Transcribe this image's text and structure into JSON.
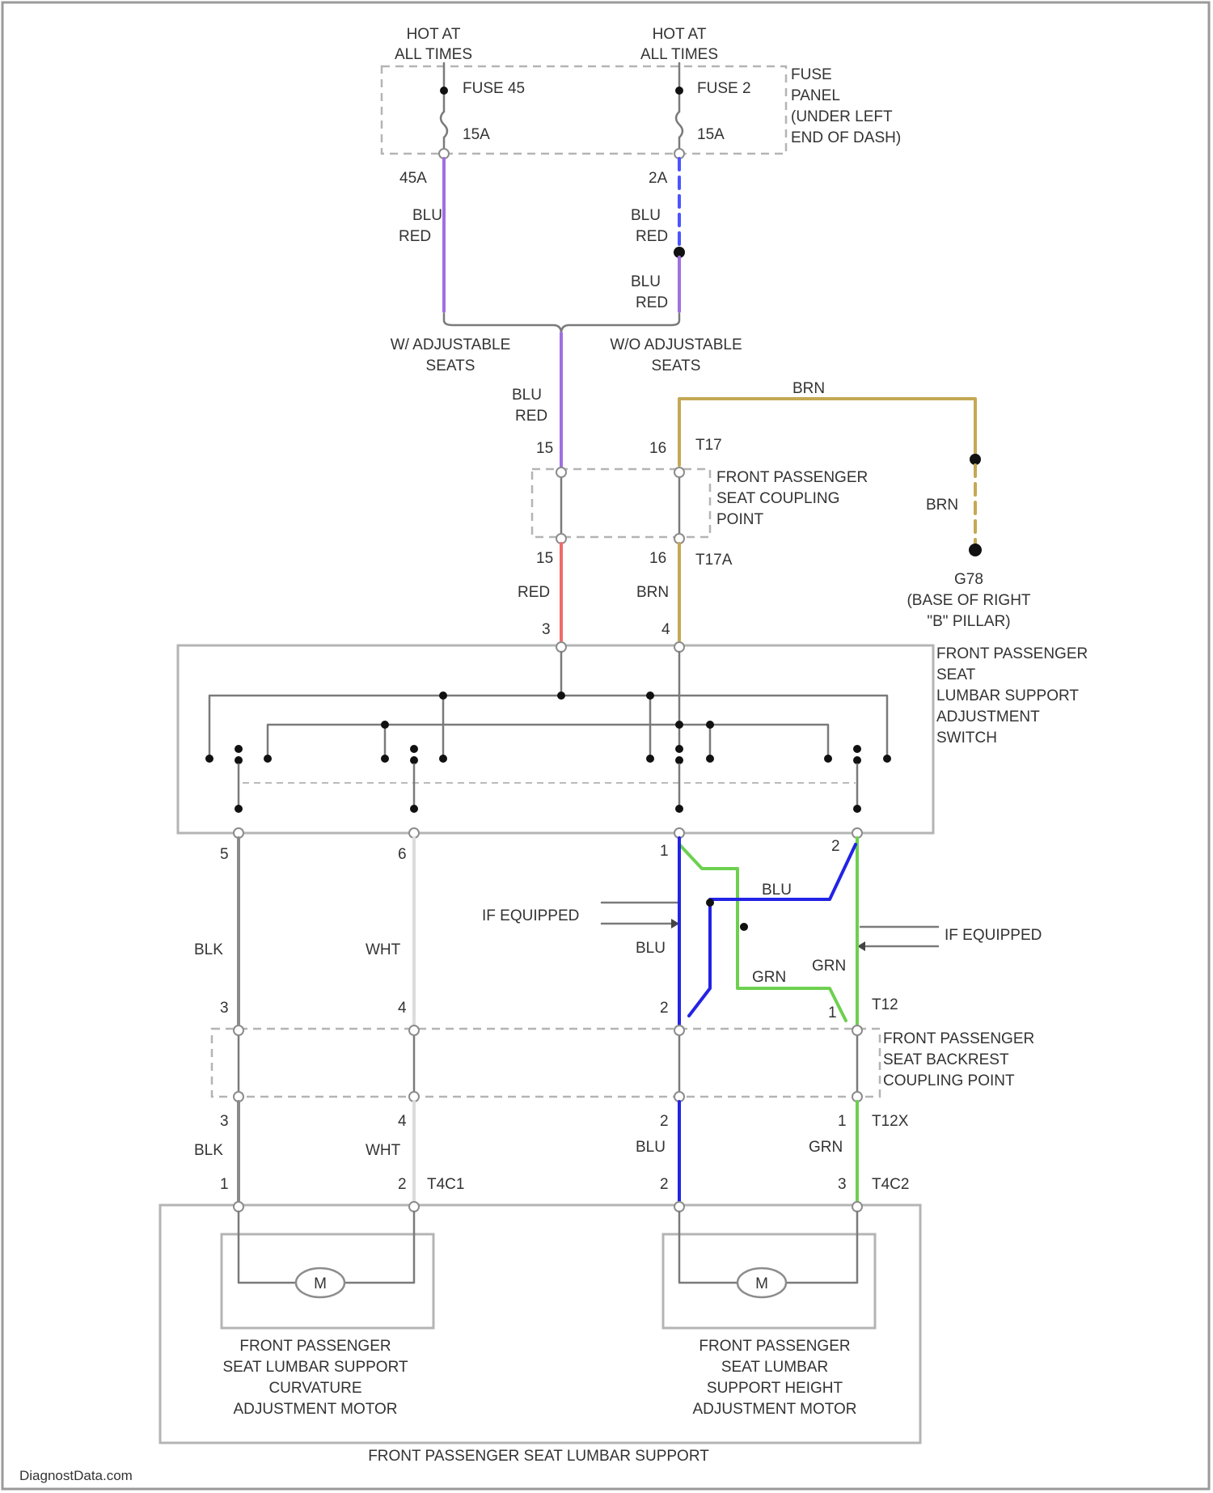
{
  "colors": {
    "blu_red": "#a070e0",
    "blu_red_dashed": "#4a54ff",
    "red": "#f06a6a",
    "brn": "#c4a855",
    "blu": "#2323e6",
    "grn": "#6dd050",
    "blk": "#8a8a8a",
    "wht": "#dcdcdc",
    "box": "#b4b4b4"
  },
  "power": {
    "hot_left": [
      "HOT AT",
      "ALL TIMES"
    ],
    "hot_right": [
      "HOT AT",
      "ALL TIMES"
    ],
    "fuse45": "FUSE 45",
    "fuse45_rating": "15A",
    "fuse2": "FUSE 2",
    "fuse2_rating": "15A",
    "fuse_panel": [
      "FUSE",
      "PANEL",
      "(UNDER LEFT",
      "END OF DASH)"
    ],
    "pin45a": "45A",
    "pin2a": "2A"
  },
  "labels": {
    "blu": "BLU",
    "red": "RED",
    "brn": "BRN",
    "blk": "BLK",
    "wht": "WHT",
    "grn": "GRN",
    "with_seats": [
      "W/ ADJUSTABLE",
      "SEATS"
    ],
    "without_seats": [
      "W/O ADJUSTABLE",
      "SEATS"
    ],
    "if_equipped": "IF EQUIPPED"
  },
  "coupling": {
    "top_connector": "T17",
    "bottom_connector": "T17A",
    "name": [
      "FRONT PASSENGER",
      "SEAT COUPLING",
      "POINT"
    ],
    "pin15": "15",
    "pin16": "16"
  },
  "ground": {
    "name": "G78",
    "location": [
      "(BASE OF RIGHT",
      "\"B\" PILLAR)"
    ]
  },
  "switch": {
    "name": [
      "FRONT PASSENGER",
      "SEAT",
      "LUMBAR SUPPORT",
      "ADJUSTMENT",
      "SWITCH"
    ],
    "pin3": "3",
    "pin4": "4",
    "pin5": "5",
    "pin6": "6",
    "pin1": "1",
    "pin2": "2"
  },
  "backrest": {
    "top_connector": "T12",
    "bottom_connector": "T12X",
    "name": [
      "FRONT PASSENGER",
      "SEAT BACKREST",
      "COUPLING POINT"
    ],
    "pin3": "3",
    "pin4": "4",
    "pin2": "2",
    "pin1": "1"
  },
  "motors": {
    "m_symbol": "M",
    "left_connector": "T4C1",
    "right_connector": "T4C2",
    "pin1": "1",
    "pin2": "2",
    "pin3": "3",
    "left_name": [
      "FRONT PASSENGER",
      "SEAT LUMBAR SUPPORT",
      "CURVATURE",
      "ADJUSTMENT MOTOR"
    ],
    "right_name": [
      "FRONT PASSENGER",
      "SEAT LUMBAR",
      "SUPPORT HEIGHT",
      "ADJUSTMENT MOTOR"
    ],
    "assembly": "FRONT PASSENGER SEAT LUMBAR SUPPORT"
  },
  "footer": {
    "watermark": "DiagnostData.com"
  }
}
